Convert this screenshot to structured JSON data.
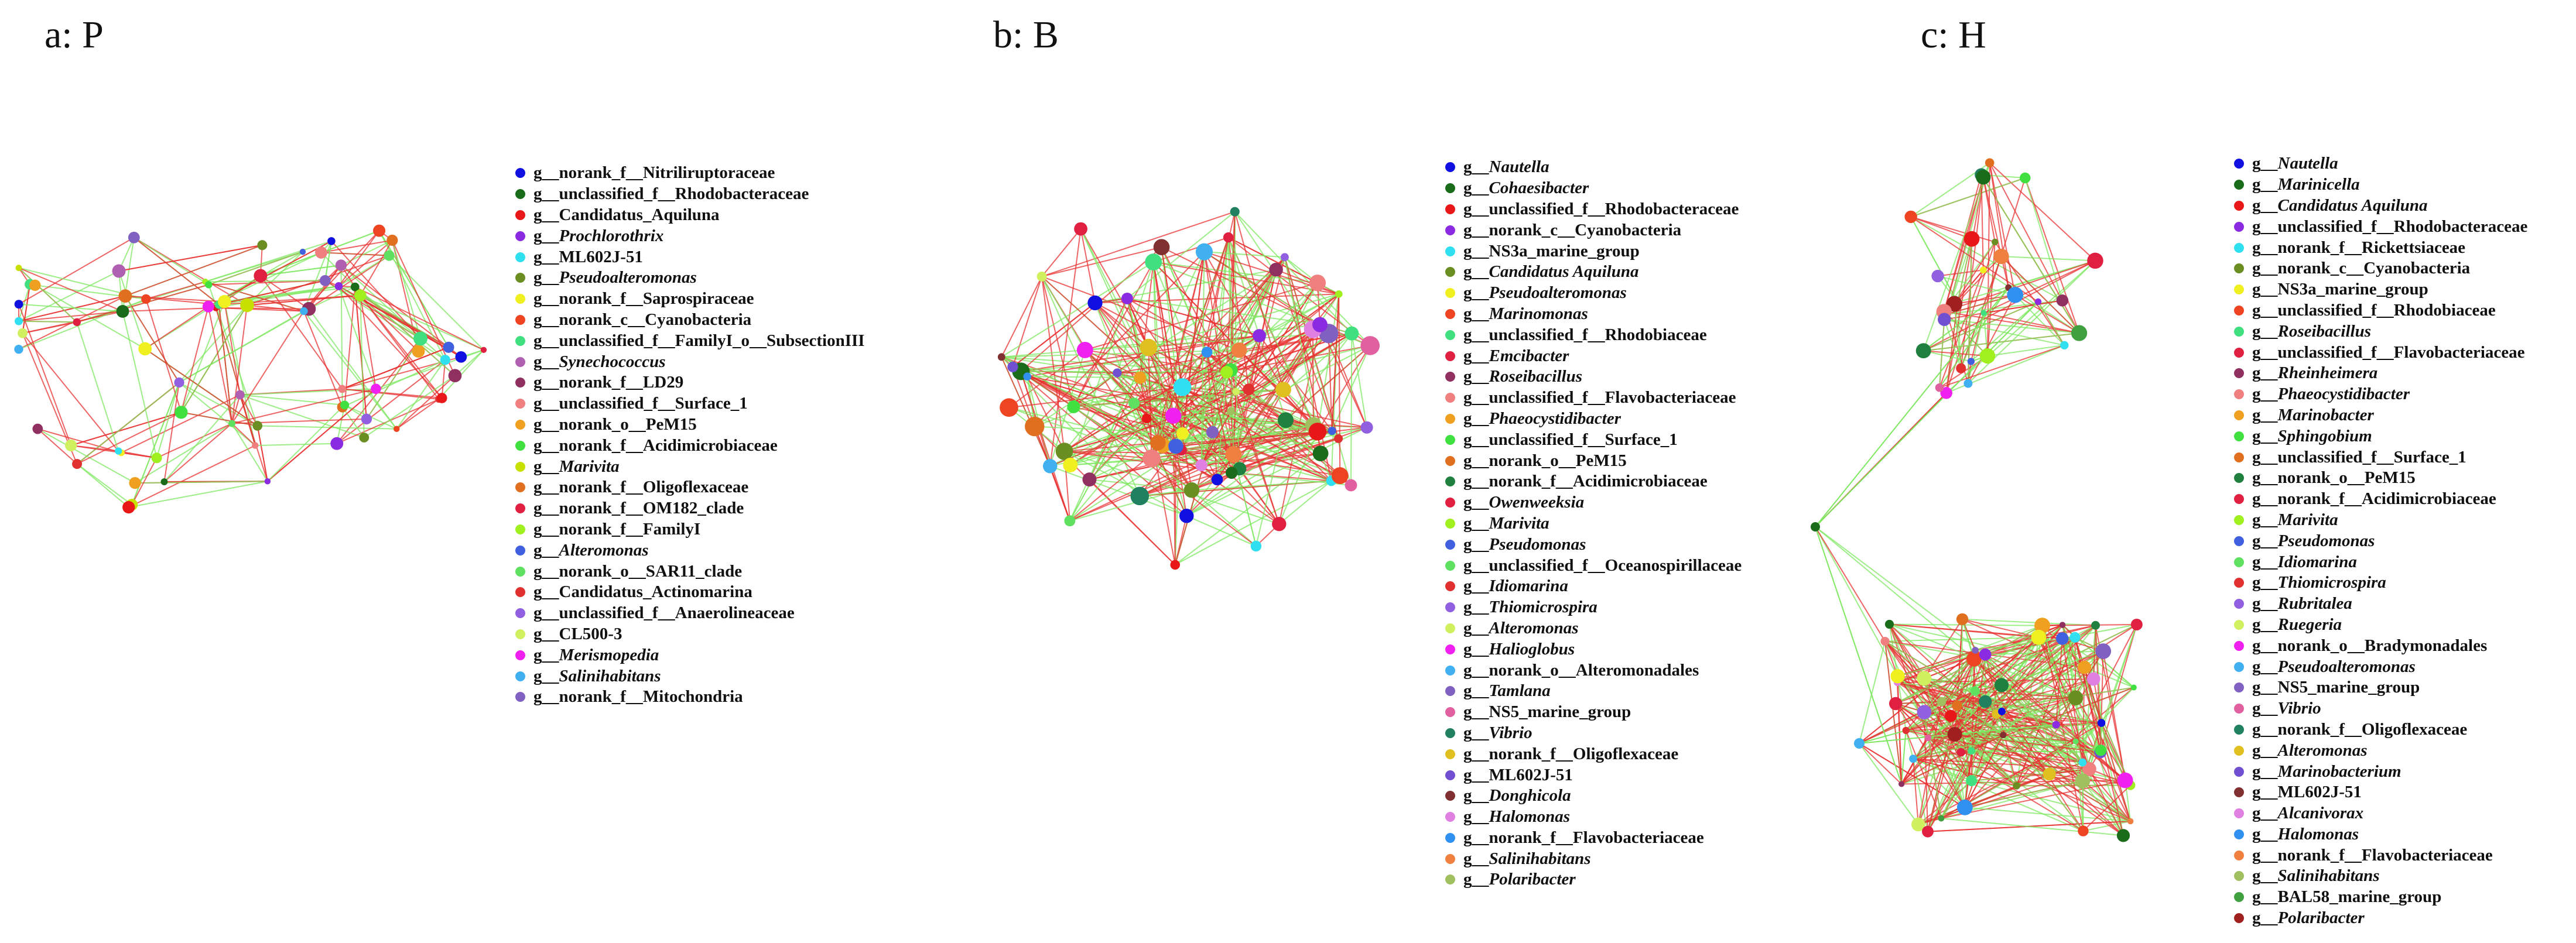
{
  "panels": [
    {
      "id": "P",
      "title": "a: P",
      "legend": [
        {
          "prefix": "g__",
          "name": "norank_f__Nitriliruptoraceae",
          "italic": false,
          "color": "#1010e0"
        },
        {
          "prefix": "g__",
          "name": "unclassified_f__Rhodobacteraceae",
          "italic": false,
          "color": "#1a6b1a"
        },
        {
          "prefix": "g__",
          "name": "Candidatus_Aquiluna",
          "italic": false,
          "color": "#e81818"
        },
        {
          "prefix": "g__",
          "name": "Prochlorothrix",
          "italic": true,
          "color": "#8a2be2"
        },
        {
          "prefix": "g__",
          "name": "ML602J-51",
          "italic": false,
          "color": "#30e0f0"
        },
        {
          "prefix": "g__",
          "name": "Pseudoalteromonas",
          "italic": true,
          "color": "#6b8e23"
        },
        {
          "prefix": "g__",
          "name": "norank_f__Saprospiraceae",
          "italic": false,
          "color": "#f0f020"
        },
        {
          "prefix": "g__",
          "name": "norank_c__Cyanobacteria",
          "italic": false,
          "color": "#ee4422"
        },
        {
          "prefix": "g__",
          "name": "unclassified_f__FamilyI_o__SubsectionIII",
          "italic": false,
          "color": "#40e080"
        },
        {
          "prefix": "g__",
          "name": "Synechococcus",
          "italic": true,
          "color": "#b060b0"
        },
        {
          "prefix": "g__",
          "name": "norank_f__LD29",
          "italic": false,
          "color": "#903060"
        },
        {
          "prefix": "g__",
          "name": "unclassified_f__Surface_1",
          "italic": false,
          "color": "#f08080"
        },
        {
          "prefix": "g__",
          "name": "norank_o__PeM15",
          "italic": false,
          "color": "#f0a020"
        },
        {
          "prefix": "g__",
          "name": "norank_f__Acidimicrobiaceae",
          "italic": false,
          "color": "#40e040"
        },
        {
          "prefix": "g__",
          "name": "Marivita",
          "italic": true,
          "color": "#c8e000"
        },
        {
          "prefix": "g__",
          "name": "norank_f__Oligoflexaceae",
          "italic": false,
          "color": "#e07020"
        },
        {
          "prefix": "g__",
          "name": "norank_f__OM182_clade",
          "italic": false,
          "color": "#e02040"
        },
        {
          "prefix": "g__",
          "name": "norank_f__FamilyI",
          "italic": false,
          "color": "#a0f020"
        },
        {
          "prefix": "g__",
          "name": "Alteromonas",
          "italic": true,
          "color": "#4060e0"
        },
        {
          "prefix": "g__",
          "name": "norank_o__SAR11_clade",
          "italic": false,
          "color": "#60e060"
        },
        {
          "prefix": "g__",
          "name": "Candidatus_Actinomarina",
          "italic": false,
          "color": "#e03030"
        },
        {
          "prefix": "g__",
          "name": "unclassified_f__Anaerolineaceae",
          "italic": false,
          "color": "#9060e0"
        },
        {
          "prefix": "g__",
          "name": "CL500-3",
          "italic": false,
          "color": "#d0f060"
        },
        {
          "prefix": "g__",
          "name": "Merismopedia",
          "italic": true,
          "color": "#f020f0"
        },
        {
          "prefix": "g__",
          "name": "Salinihabitans",
          "italic": true,
          "color": "#40b0f0"
        },
        {
          "prefix": "g__",
          "name": "norank_f__Mitochondria",
          "italic": false,
          "color": "#8060c0"
        }
      ]
    },
    {
      "id": "B",
      "title": "b: B",
      "legend": [
        {
          "prefix": "g__",
          "name": "Nautella",
          "italic": true,
          "color": "#1010e0"
        },
        {
          "prefix": "g__",
          "name": "Cohaesibacter",
          "italic": true,
          "color": "#1a6b1a"
        },
        {
          "prefix": "g__",
          "name": "unclassified_f__Rhodobacteraceae",
          "italic": false,
          "color": "#e81818"
        },
        {
          "prefix": "g__",
          "name": "norank_c__Cyanobacteria",
          "italic": false,
          "color": "#8a2be2"
        },
        {
          "prefix": "g__",
          "name": "NS3a_marine_group",
          "italic": false,
          "color": "#30e0f0"
        },
        {
          "prefix": "g__",
          "name": "Candidatus Aquiluna",
          "italic": true,
          "color": "#6b8e23"
        },
        {
          "prefix": "g__",
          "name": "Pseudoalteromonas",
          "italic": true,
          "color": "#f0f020"
        },
        {
          "prefix": "g__",
          "name": "Marinomonas",
          "italic": true,
          "color": "#ee4422"
        },
        {
          "prefix": "g__",
          "name": "unclassified_f__Rhodobiaceae",
          "italic": false,
          "color": "#40e080"
        },
        {
          "prefix": "g__",
          "name": "Emcibacter",
          "italic": true,
          "color": "#e02040"
        },
        {
          "prefix": "g__",
          "name": "Roseibacillus",
          "italic": true,
          "color": "#903060"
        },
        {
          "prefix": "g__",
          "name": "unclassified_f__Flavobacteriaceae",
          "italic": false,
          "color": "#f08080"
        },
        {
          "prefix": "g__",
          "name": "Phaeocystidibacter",
          "italic": true,
          "color": "#f0a020"
        },
        {
          "prefix": "g__",
          "name": "unclassified_f__Surface_1",
          "italic": false,
          "color": "#40e040"
        },
        {
          "prefix": "g__",
          "name": "norank_o__PeM15",
          "italic": false,
          "color": "#e07020"
        },
        {
          "prefix": "g__",
          "name": "norank_f__Acidimicrobiaceae",
          "italic": false,
          "color": "#208040"
        },
        {
          "prefix": "g__",
          "name": "Owenweeksia",
          "italic": true,
          "color": "#e02040"
        },
        {
          "prefix": "g__",
          "name": "Marivita",
          "italic": true,
          "color": "#a0f020"
        },
        {
          "prefix": "g__",
          "name": "Pseudomonas",
          "italic": true,
          "color": "#4060e0"
        },
        {
          "prefix": "g__",
          "name": "unclassified_f__Oceanospirillaceae",
          "italic": false,
          "color": "#60e060"
        },
        {
          "prefix": "g__",
          "name": "Idiomarina",
          "italic": true,
          "color": "#e03030"
        },
        {
          "prefix": "g__",
          "name": "Thiomicrospira",
          "italic": true,
          "color": "#9060e0"
        },
        {
          "prefix": "g__",
          "name": "Alteromonas",
          "italic": true,
          "color": "#d0f060"
        },
        {
          "prefix": "g__",
          "name": "Halioglobus",
          "italic": true,
          "color": "#f020f0"
        },
        {
          "prefix": "g__",
          "name": "norank_o__Alteromonadales",
          "italic": false,
          "color": "#40b0f0"
        },
        {
          "prefix": "g__",
          "name": "Tamlana",
          "italic": true,
          "color": "#8060c0"
        },
        {
          "prefix": "g__",
          "name": "NS5_marine_group",
          "italic": false,
          "color": "#e060a0"
        },
        {
          "prefix": "g__",
          "name": "Vibrio",
          "italic": true,
          "color": "#208060"
        },
        {
          "prefix": "g__",
          "name": "norank_f__Oligoflexaceae",
          "italic": false,
          "color": "#e0c020"
        },
        {
          "prefix": "g__",
          "name": "ML602J-51",
          "italic": false,
          "color": "#7050d0"
        },
        {
          "prefix": "g__",
          "name": "Donghicola",
          "italic": true,
          "color": "#803030"
        },
        {
          "prefix": "g__",
          "name": "Halomonas",
          "italic": true,
          "color": "#e080e0"
        },
        {
          "prefix": "g__",
          "name": "norank_f__Flavobacteriaceae",
          "italic": false,
          "color": "#3090f0"
        },
        {
          "prefix": "g__",
          "name": "Salinihabitans",
          "italic": true,
          "color": "#f08040"
        },
        {
          "prefix": "g__",
          "name": "Polaribacter",
          "italic": true,
          "color": "#a0c060"
        }
      ]
    },
    {
      "id": "H",
      "title": "c: H",
      "legend": [
        {
          "prefix": "g__",
          "name": "Nautella",
          "italic": true,
          "color": "#1010e0"
        },
        {
          "prefix": "g__",
          "name": "Marinicella",
          "italic": true,
          "color": "#1a6b1a"
        },
        {
          "prefix": "g__",
          "name": "Candidatus Aquiluna",
          "italic": true,
          "color": "#e81818"
        },
        {
          "prefix": "g__",
          "name": "unclassified_f__Rhodobacteraceae",
          "italic": false,
          "color": "#8a2be2"
        },
        {
          "prefix": "g__",
          "name": "norank_f__Rickettsiaceae",
          "italic": false,
          "color": "#30e0f0"
        },
        {
          "prefix": "g__",
          "name": "norank_c__Cyanobacteria",
          "italic": false,
          "color": "#6b8e23"
        },
        {
          "prefix": "g__",
          "name": "NS3a_marine_group",
          "italic": false,
          "color": "#f0f020"
        },
        {
          "prefix": "g__",
          "name": "unclassified_f__Rhodobiaceae",
          "italic": false,
          "color": "#ee4422"
        },
        {
          "prefix": "g__",
          "name": "Roseibacillus",
          "italic": true,
          "color": "#40e080"
        },
        {
          "prefix": "g__",
          "name": "unclassified_f__Flavobacteriaceae",
          "italic": false,
          "color": "#e02040"
        },
        {
          "prefix": "g__",
          "name": "Rheinheimera",
          "italic": true,
          "color": "#903060"
        },
        {
          "prefix": "g__",
          "name": "Phaeocystidibacter",
          "italic": true,
          "color": "#f08080"
        },
        {
          "prefix": "g__",
          "name": "Marinobacter",
          "italic": true,
          "color": "#f0a020"
        },
        {
          "prefix": "g__",
          "name": "Sphingobium",
          "italic": true,
          "color": "#40e040"
        },
        {
          "prefix": "g__",
          "name": "unclassified_f__Surface_1",
          "italic": false,
          "color": "#e07020"
        },
        {
          "prefix": "g__",
          "name": "norank_o__PeM15",
          "italic": false,
          "color": "#208040"
        },
        {
          "prefix": "g__",
          "name": "norank_f__Acidimicrobiaceae",
          "italic": false,
          "color": "#e02040"
        },
        {
          "prefix": "g__",
          "name": "Marivita",
          "italic": true,
          "color": "#a0f020"
        },
        {
          "prefix": "g__",
          "name": "Pseudomonas",
          "italic": true,
          "color": "#4060e0"
        },
        {
          "prefix": "g__",
          "name": "Idiomarina",
          "italic": true,
          "color": "#60e060"
        },
        {
          "prefix": "g__",
          "name": "Thiomicrospira",
          "italic": true,
          "color": "#e03030"
        },
        {
          "prefix": "g__",
          "name": "Rubritalea",
          "italic": true,
          "color": "#9060e0"
        },
        {
          "prefix": "g__",
          "name": "Ruegeria",
          "italic": true,
          "color": "#d0f060"
        },
        {
          "prefix": "g__",
          "name": "norank_o__Bradymonadales",
          "italic": false,
          "color": "#f020f0"
        },
        {
          "prefix": "g__",
          "name": "Pseudoalteromonas",
          "italic": true,
          "color": "#40b0f0"
        },
        {
          "prefix": "g__",
          "name": "NS5_marine_group",
          "italic": false,
          "color": "#8060c0"
        },
        {
          "prefix": "g__",
          "name": "Vibrio",
          "italic": true,
          "color": "#e060a0"
        },
        {
          "prefix": "g__",
          "name": "norank_f__Oligoflexaceae",
          "italic": false,
          "color": "#208060"
        },
        {
          "prefix": "g__",
          "name": "Alteromonas",
          "italic": true,
          "color": "#e0c020"
        },
        {
          "prefix": "g__",
          "name": "Marinobacterium",
          "italic": true,
          "color": "#7050d0"
        },
        {
          "prefix": "g__",
          "name": "ML602J-51",
          "italic": false,
          "color": "#803030"
        },
        {
          "prefix": "g__",
          "name": "Alcanivorax",
          "italic": true,
          "color": "#e080e0"
        },
        {
          "prefix": "g__",
          "name": "Halomonas",
          "italic": true,
          "color": "#3090f0"
        },
        {
          "prefix": "g__",
          "name": "norank_f__Flavobacteriaceae",
          "italic": false,
          "color": "#f08040"
        },
        {
          "prefix": "g__",
          "name": "Salinihabitans",
          "italic": true,
          "color": "#a0c060"
        },
        {
          "prefix": "g__",
          "name": "BAL58_marine_group",
          "italic": false,
          "color": "#40a040"
        },
        {
          "prefix": "g__",
          "name": "Polaribacter",
          "italic": true,
          "color": "#a02020"
        }
      ]
    }
  ],
  "edge_colors": {
    "positive": "#e83030",
    "negative": "#7de860"
  }
}
